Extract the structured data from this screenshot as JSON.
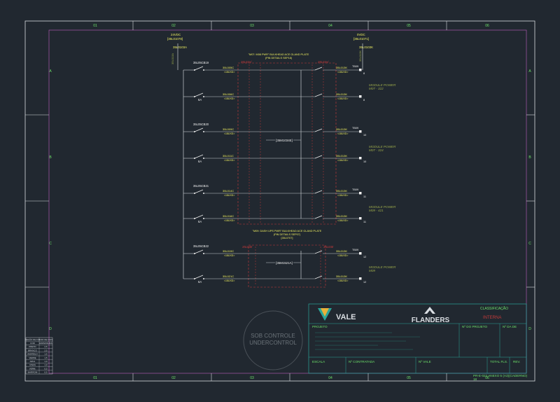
{
  "colors": {
    "background": "#212830",
    "frame": "#d9dde2",
    "wire": "#c8ccd1",
    "device": "#f2f2f2",
    "green": "#6ee36a",
    "yellow": "#f0f060",
    "red": "#c83a3a",
    "magenta": "#c060c0",
    "olive": "#9aa84a",
    "teal_logo": "#2aa59a",
    "gold_logo": "#e8b23a"
  },
  "columns": [
    "01",
    "02",
    "03",
    "04",
    "05",
    "06"
  ],
  "rows": [
    "A",
    "B",
    "C",
    "D"
  ],
  "supply": {
    "left_voltage": "24VDC",
    "left_ref1": "[35L01078]",
    "left_ref2": "35L0103A",
    "left_tag": "35L013A",
    "right_voltage": "0VDC",
    "right_ref1": "[35L01071]",
    "right_ref2": "35L0103K",
    "right_tag": "35L013K"
  },
  "notes": {
    "top_line1": "\"M07: M08 PWR\" BULKHEAD ACE GLAND PLATE",
    "top_line2": "(PIN DETAILS SEP18)",
    "lower_line1": "\"M09: DASH UPS PWR\" BULKHEAD ACE GLAND PLATE",
    "lower_line2": "(PIN DETAILS SEP07)",
    "lower_line3": "[35L0707]"
  },
  "red_labels": [
    "35L03A/",
    "35L03A/",
    "35L03E",
    "35L03E"
  ],
  "breakers": [
    {
      "tag": "35L05CB19",
      "rating": "6A"
    },
    {
      "tag": "35L05CB20",
      "rating": "6A"
    },
    {
      "tag": "35L05CB21",
      "rating": "6A"
    },
    {
      "tag": "35L05CB22",
      "rating": "6A"
    }
  ],
  "left_conductors": [
    {
      "tag": "35L005C",
      "sub": "<18UXD>"
    },
    {
      "tag": "35L006C",
      "sub": "<18UXD>"
    },
    {
      "tag": "35L009C",
      "sub": "<18UXD>"
    },
    {
      "tag": "35L011C",
      "sub": "<18UXD>"
    },
    {
      "tag": "35L014C",
      "sub": "<18UXD>"
    },
    {
      "tag": "35L016C",
      "sub": "<18UXD>"
    },
    {
      "tag": "35L019C",
      "sub": "<18UXD>"
    },
    {
      "tag": "35L021C",
      "sub": "<18UXD>"
    }
  ],
  "right_conductors": [
    {
      "tag": "35L013K",
      "sub": "<18UXD>",
      "terminal": "TB09",
      "num": "8"
    },
    {
      "tag": "35L013K",
      "sub": "<18UXD>",
      "terminal": "",
      "num": "8"
    },
    {
      "tag": "35L013K",
      "sub": "<18UXD>",
      "terminal": "TB09",
      "num": "10"
    },
    {
      "tag": "35L013K",
      "sub": "<18UXD>",
      "terminal": "",
      "num": "10"
    },
    {
      "tag": "35L013K",
      "sub": "<18UXD>",
      "terminal": "TB09",
      "num": "11"
    },
    {
      "tag": "35L013K",
      "sub": "<18UXD>",
      "terminal": "",
      "num": "11"
    },
    {
      "tag": "35L013K",
      "sub": "<18UXD>",
      "terminal": "TB09",
      "num": "12"
    },
    {
      "tag": "35L013K",
      "sub": "<18UXD>",
      "terminal": "",
      "num": "12"
    }
  ],
  "connectors": [
    "[35M1034E]",
    "[35M1521A]"
  ],
  "modules": [
    {
      "line1": "MODULE POWER",
      "line2": "M07 - 322"
    },
    {
      "line1": "MODULE POWER",
      "line2": "M07 - 324"
    },
    {
      "line1": "MODULE POWER",
      "line2": "M09 - 421"
    },
    {
      "line1": "MODULE POWER",
      "line2": "M09"
    }
  ],
  "watermark": {
    "line1": "SOB CONTROLE",
    "line2": "UNDERCONTROL"
  },
  "title_block": {
    "company1": "VALE",
    "company2": "FLANDERS",
    "classification_label": "CLASSIFICAÇÃO",
    "classification_value": "INTERNA",
    "projeto": "PROJETO",
    "no_projeto": "Nº DO PROJETO",
    "no_de": "Nº DA DE",
    "escala": "ESCALA",
    "no_contratada": "Nº CONTRATADA",
    "no_vale": "Nº VALE",
    "total_fls": "TOTAL FLS.",
    "rev": "REV.",
    "drawing_no": "PR-E-022 ANEXO 5 (A3)(CADERNO)",
    "sheet": "18"
  },
  "legend": {
    "headers": [
      "SEÇÃO DE FIO",
      "COR DE FIOS"
    ],
    "sub_headers": [
      "COR",
      "ESPESSURA"
    ],
    "rows": [
      [
        "PRETO",
        "2,5"
      ],
      [
        "BRANCO",
        "2,5"
      ],
      [
        "AMARELO",
        "1,5"
      ],
      [
        "VERDE",
        "1,5"
      ],
      [
        "AZUL",
        "1,0"
      ],
      [
        "CINZA",
        "1,0"
      ],
      [
        "VERM.",
        "0,5"
      ],
      [
        "MARROM",
        "0,5"
      ]
    ]
  }
}
